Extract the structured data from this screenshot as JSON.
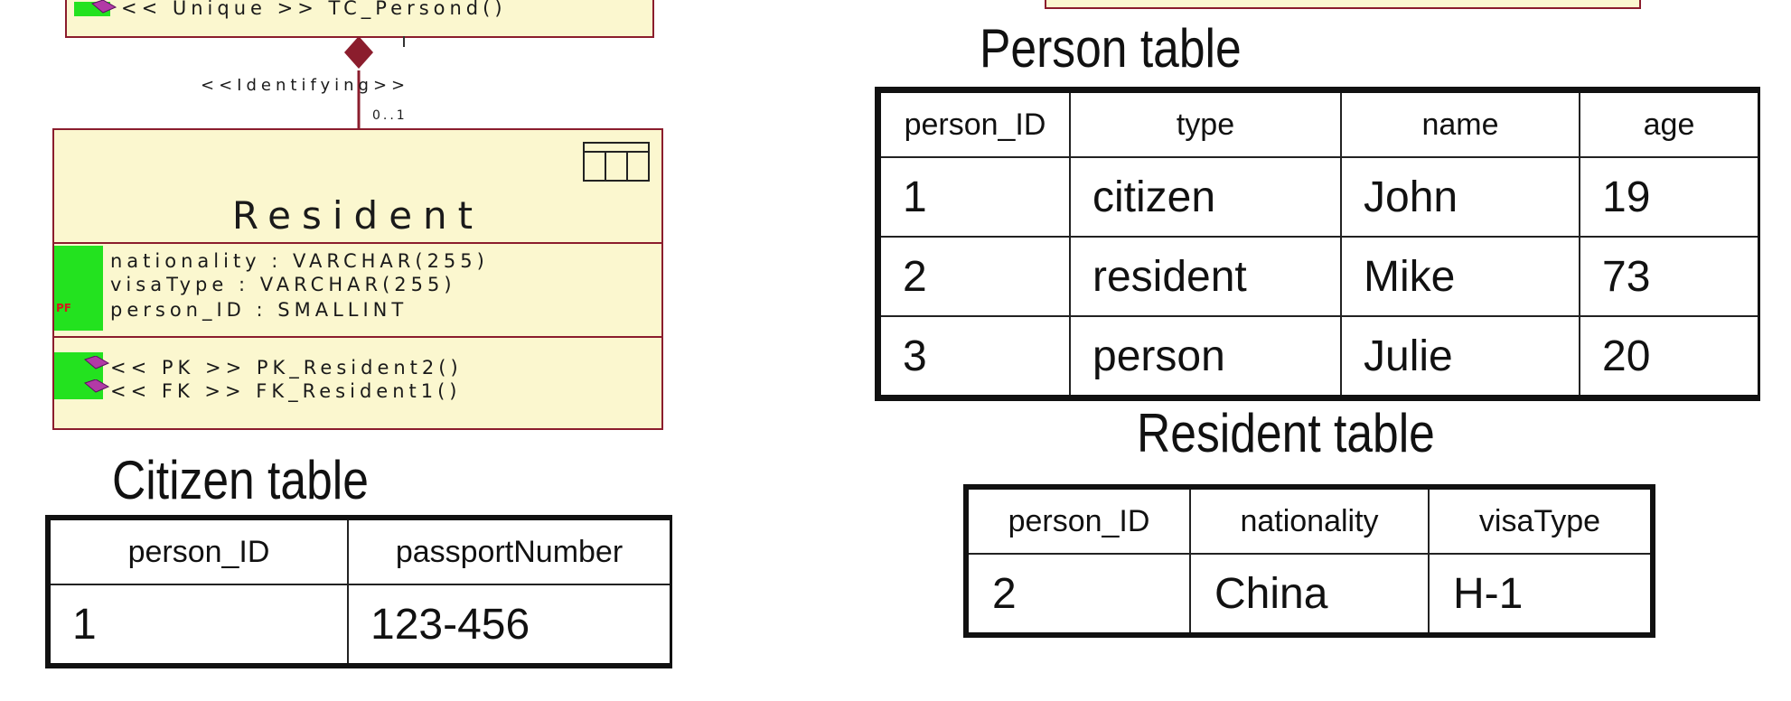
{
  "uml_top": {
    "method": "<< Unique >>  TC_Persond()"
  },
  "relationship": {
    "stereotype": "<<Identifying>>",
    "multiplicity": "0..1"
  },
  "uml_resident": {
    "title": "Resident",
    "attributes": [
      "nationality : VARCHAR(255)",
      "visaType : VARCHAR(255)",
      "person_ID : SMALLINT"
    ],
    "pf_mark": "PF",
    "methods": [
      "<< PK >>  PK_Resident2()",
      "<< FK >>  FK_Resident1()"
    ]
  },
  "person_table": {
    "heading": "Person   table",
    "headers": [
      "person_ID",
      "type",
      "name",
      "age"
    ],
    "rows": [
      [
        "1",
        "citizen",
        "John",
        "19"
      ],
      [
        "2",
        "resident",
        "Mike",
        "73"
      ],
      [
        "3",
        "person",
        "Julie",
        "20"
      ]
    ]
  },
  "resident_table": {
    "heading": "Resident  table",
    "headers": [
      "person_ID",
      "nationality",
      "visaType"
    ],
    "rows": [
      [
        "2",
        "China",
        "H-1"
      ]
    ]
  },
  "citizen_table": {
    "heading": "Citizen   table",
    "headers": [
      "person_ID",
      "passportNumber"
    ],
    "rows": [
      [
        "1",
        "123-456"
      ]
    ]
  },
  "colors": {
    "uml_fill": "#fbf7cf",
    "uml_border": "#8b1d2d",
    "key_highlight": "#23e21f",
    "relationship_diamond": "#8b1d2d"
  }
}
